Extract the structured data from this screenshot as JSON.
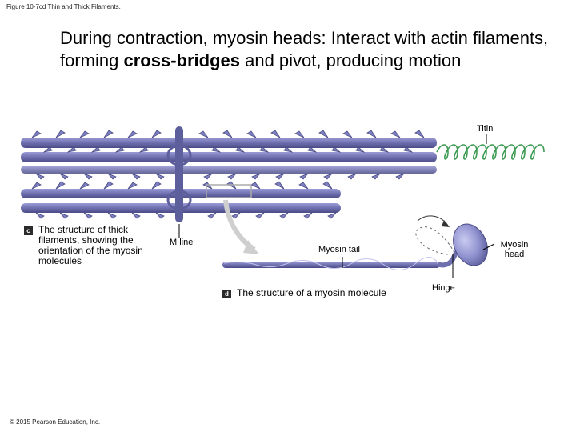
{
  "figure_caption": "Figure 10-7cd Thin and Thick Filaments.",
  "title": {
    "part1": "During contraction, myosin heads: Interact with actin filaments, forming ",
    "bold": "cross-bridges",
    "part2": "  and pivot, producing motion"
  },
  "labels": {
    "titin": "Titin",
    "m_line": "M line",
    "myosin_tail": "Myosin tail",
    "myosin_head": "Myosin head",
    "hinge": "Hinge"
  },
  "panel_c": {
    "letter": "c",
    "caption": "The structure of thick filaments, showing the orientation of the myosin molecules"
  },
  "panel_d": {
    "letter": "d",
    "caption": "The structure of a myosin molecule"
  },
  "copyright": "© 2015 Pearson Education, Inc.",
  "colors": {
    "filament": "#6e6fae",
    "filament_dark": "#4b4c86",
    "head": "#8f91cf",
    "titin": "#3d9a52"
  }
}
